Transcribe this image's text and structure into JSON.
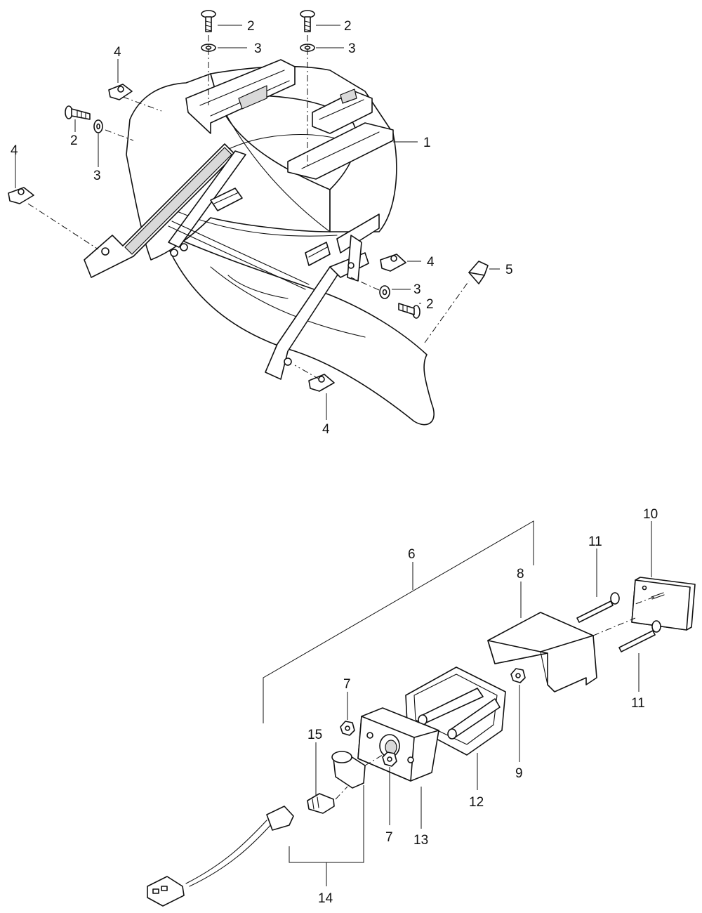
{
  "callouts": [
    {
      "id": "c2a",
      "text": "2"
    },
    {
      "id": "c3a",
      "text": "3"
    },
    {
      "id": "c2b",
      "text": "2"
    },
    {
      "id": "c3b",
      "text": "3"
    },
    {
      "id": "c4a",
      "text": "4"
    },
    {
      "id": "c2c",
      "text": "2"
    },
    {
      "id": "c3c",
      "text": "3"
    },
    {
      "id": "c1",
      "text": "1"
    },
    {
      "id": "c4b",
      "text": "4"
    },
    {
      "id": "c4c",
      "text": "4"
    },
    {
      "id": "c5",
      "text": "5"
    },
    {
      "id": "c3d",
      "text": "3"
    },
    {
      "id": "c2d",
      "text": "2"
    },
    {
      "id": "c4d",
      "text": "4"
    },
    {
      "id": "c6",
      "text": "6"
    },
    {
      "id": "c10",
      "text": "10"
    },
    {
      "id": "c11a",
      "text": "11"
    },
    {
      "id": "c8",
      "text": "8"
    },
    {
      "id": "c11b",
      "text": "11"
    },
    {
      "id": "c7a",
      "text": "7"
    },
    {
      "id": "c15",
      "text": "15"
    },
    {
      "id": "c9",
      "text": "9"
    },
    {
      "id": "c12",
      "text": "12"
    },
    {
      "id": "c7b",
      "text": "7"
    },
    {
      "id": "c13",
      "text": "13"
    },
    {
      "id": "c14",
      "text": "14"
    }
  ],
  "icons": {
    "fender": "rear-fender-icon",
    "screw": "screw-icon",
    "washer": "washer-icon",
    "clip_nut": "clip-nut-icon",
    "rivet": "rivet-icon",
    "lamp": "license-lamp-icon",
    "socket": "bulb-socket-icon",
    "bulb": "bulb-icon"
  }
}
